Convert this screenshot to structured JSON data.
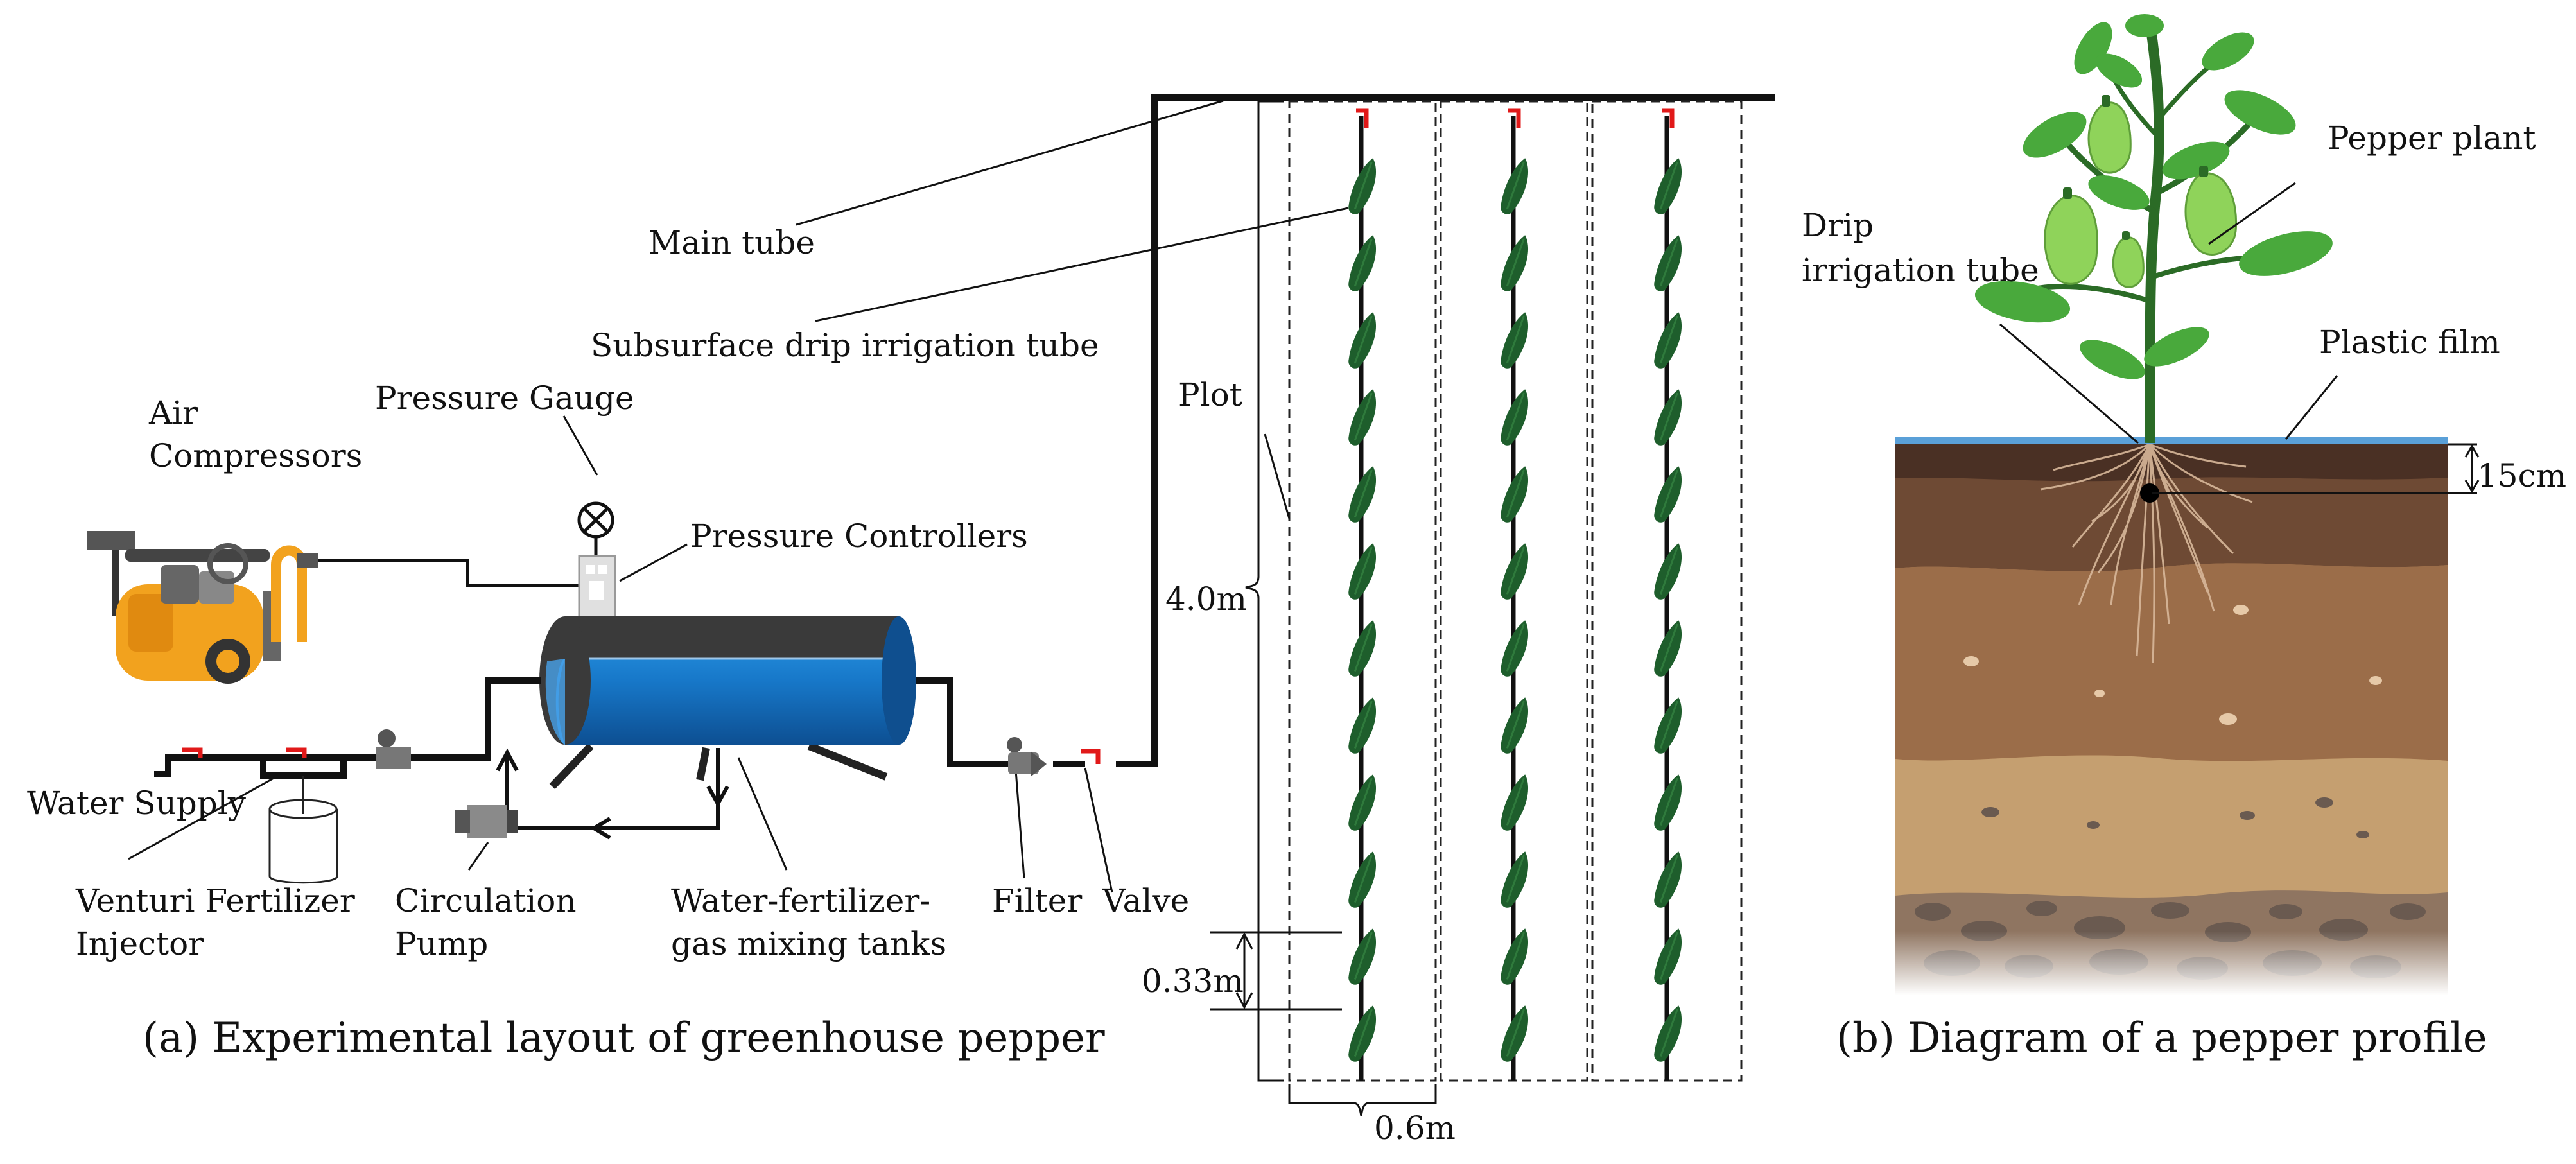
{
  "labels": {
    "main_tube": "Main tube",
    "subsurface_tube": "Subsurface drip irrigation tube",
    "pressure_gauge": "Pressure Gauge",
    "air_compressors_line1": "Air",
    "air_compressors_line2": "Compressors",
    "pressure_controllers": "Pressure Controllers",
    "plot": "Plot",
    "length_4m": "4.0m",
    "water_supply": "Water Supply",
    "venturi_line1": "Venturi Fertilizer",
    "venturi_line2": "Injector",
    "circulation_line1": "Circulation",
    "circulation_line2": "Pump",
    "mixing_line1": "Water-fertilizer-",
    "mixing_line2": "gas mixing tanks",
    "filter": "Filter",
    "valve": "Valve",
    "spacing_033": "0.33m",
    "spacing_06": "0.6m",
    "pepper_plant": "Pepper plant",
    "drip_tube_line1": "Drip",
    "drip_tube_line2": "irrigation tube",
    "plastic_film": "Plastic film",
    "depth_15cm": "15cm"
  },
  "captions": {
    "a": "(a) Experimental layout of greenhouse pepper",
    "b": "(b) Diagram of a pepper profile"
  },
  "colors": {
    "pipe": "#111111",
    "valve_red": "#e11919",
    "tank_blue": "#1778c9",
    "tank_top": "#3a3a3a",
    "compressor": "#f2a21e",
    "leaf_green": "#1e5e2c",
    "plant_green": "#3fa13a",
    "film_blue": "#5aa0d8"
  }
}
